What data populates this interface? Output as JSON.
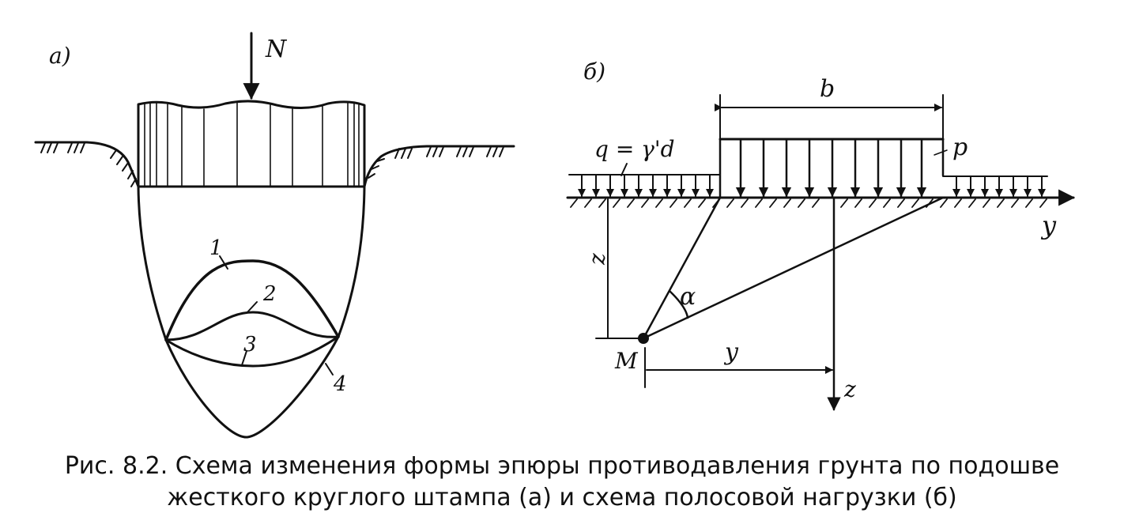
{
  "panel_a": {
    "label": "а)",
    "force_label": "N",
    "curve_labels": [
      "1",
      "2",
      "3",
      "4"
    ]
  },
  "panel_b": {
    "label": "б)",
    "width_label": "b",
    "surcharge_label": "q = γ'd",
    "load_label": "p",
    "axis_y_label": "y",
    "depth_label": "z",
    "angle_label": "α",
    "point_label": "M",
    "offset_label": "y",
    "axis_z_label": "z"
  },
  "caption": {
    "line1": "Рис. 8.2. Схема изменения формы эпюры противодавления грунта по подошве",
    "line2": "жесткого круглого штампа (а) и схема полосовой нагрузки (б)"
  }
}
